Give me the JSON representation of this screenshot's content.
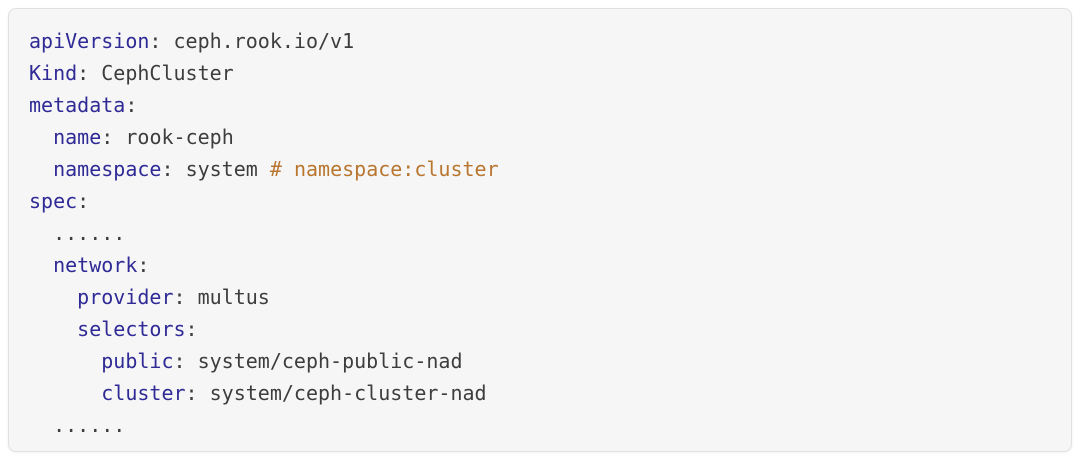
{
  "code_block": {
    "language": "yaml",
    "colors": {
      "key": "#2f2a95",
      "plain": "#3d3d3d",
      "value": "#3d3d3d",
      "comment": "#b8762f",
      "card_background": "#f6f6f7",
      "card_border": "#e1e1e3",
      "page_background": "#ffffff"
    },
    "lines": [
      {
        "segments": [
          {
            "type": "key",
            "text": "apiVersion"
          },
          {
            "type": "plain",
            "text": ": "
          },
          {
            "type": "value",
            "text": "ceph.rook.io/v1"
          }
        ]
      },
      {
        "segments": [
          {
            "type": "key",
            "text": "Kind"
          },
          {
            "type": "plain",
            "text": ": "
          },
          {
            "type": "value",
            "text": "CephCluster"
          }
        ]
      },
      {
        "segments": [
          {
            "type": "key",
            "text": "metadata"
          },
          {
            "type": "plain",
            "text": ":"
          }
        ]
      },
      {
        "segments": [
          {
            "type": "plain",
            "text": "  "
          },
          {
            "type": "key",
            "text": "name"
          },
          {
            "type": "plain",
            "text": ": "
          },
          {
            "type": "value",
            "text": "rook-ceph"
          }
        ]
      },
      {
        "segments": [
          {
            "type": "plain",
            "text": "  "
          },
          {
            "type": "key",
            "text": "namespace"
          },
          {
            "type": "plain",
            "text": ": "
          },
          {
            "type": "value",
            "text": "system "
          },
          {
            "type": "comment",
            "text": "# namespace:cluster"
          }
        ]
      },
      {
        "segments": [
          {
            "type": "key",
            "text": "spec"
          },
          {
            "type": "plain",
            "text": ":"
          }
        ]
      },
      {
        "segments": [
          {
            "type": "plain",
            "text": "  "
          },
          {
            "type": "value",
            "text": "......"
          }
        ]
      },
      {
        "segments": [
          {
            "type": "plain",
            "text": "  "
          },
          {
            "type": "key",
            "text": "network"
          },
          {
            "type": "plain",
            "text": ":"
          }
        ]
      },
      {
        "segments": [
          {
            "type": "plain",
            "text": "    "
          },
          {
            "type": "key",
            "text": "provider"
          },
          {
            "type": "plain",
            "text": ": "
          },
          {
            "type": "value",
            "text": "multus"
          }
        ]
      },
      {
        "segments": [
          {
            "type": "plain",
            "text": "    "
          },
          {
            "type": "key",
            "text": "selectors"
          },
          {
            "type": "plain",
            "text": ":"
          }
        ]
      },
      {
        "segments": [
          {
            "type": "plain",
            "text": "      "
          },
          {
            "type": "key",
            "text": "public"
          },
          {
            "type": "plain",
            "text": ": "
          },
          {
            "type": "value",
            "text": "system/ceph-public-nad"
          }
        ]
      },
      {
        "segments": [
          {
            "type": "plain",
            "text": "      "
          },
          {
            "type": "key",
            "text": "cluster"
          },
          {
            "type": "plain",
            "text": ": "
          },
          {
            "type": "value",
            "text": "system/ceph-cluster-nad"
          }
        ]
      },
      {
        "segments": [
          {
            "type": "plain",
            "text": "  "
          },
          {
            "type": "value",
            "text": "......"
          }
        ]
      }
    ]
  }
}
